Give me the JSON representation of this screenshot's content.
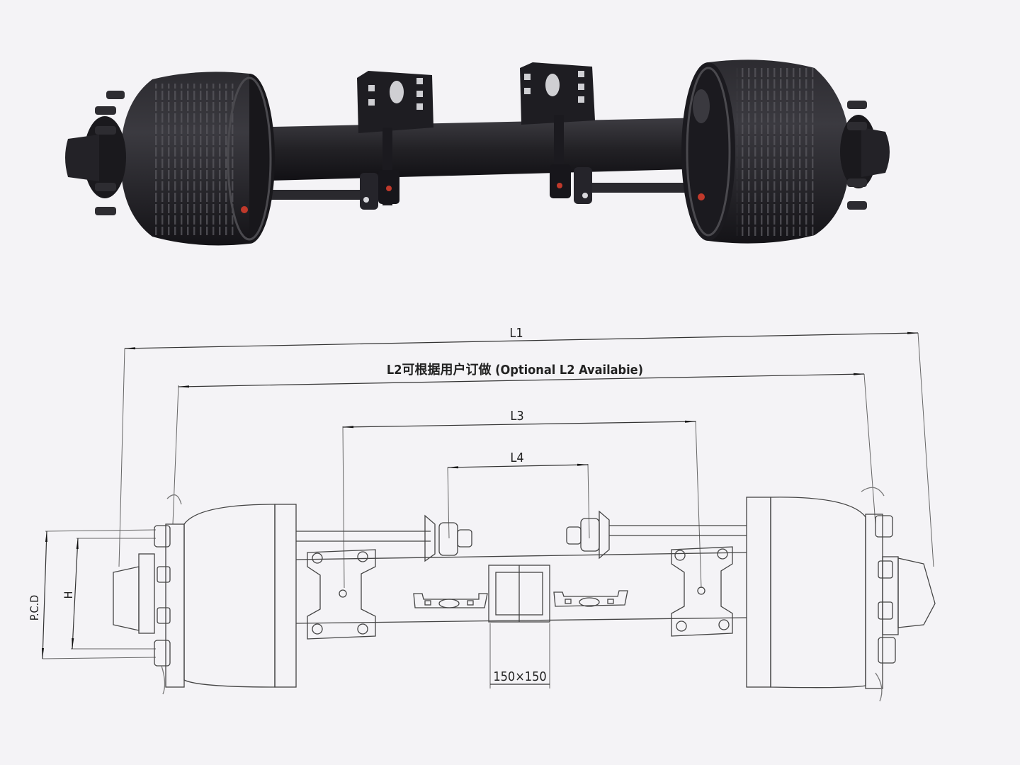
{
  "photo": {
    "alt_name": "axle-product-photo"
  },
  "drawing": {
    "dimensions": {
      "l1": "L1",
      "l2": "L2可根据用户订做 (Optional L2 Availabie)",
      "l3": "L3",
      "l4": "L4",
      "pcd": "P.C.D",
      "h": "H",
      "beam_section": "150×150"
    }
  },
  "colors": {
    "background": "#f4f3f6",
    "photo_body": "#222125",
    "photo_highlight": "#4a494e",
    "line": "#444444"
  }
}
